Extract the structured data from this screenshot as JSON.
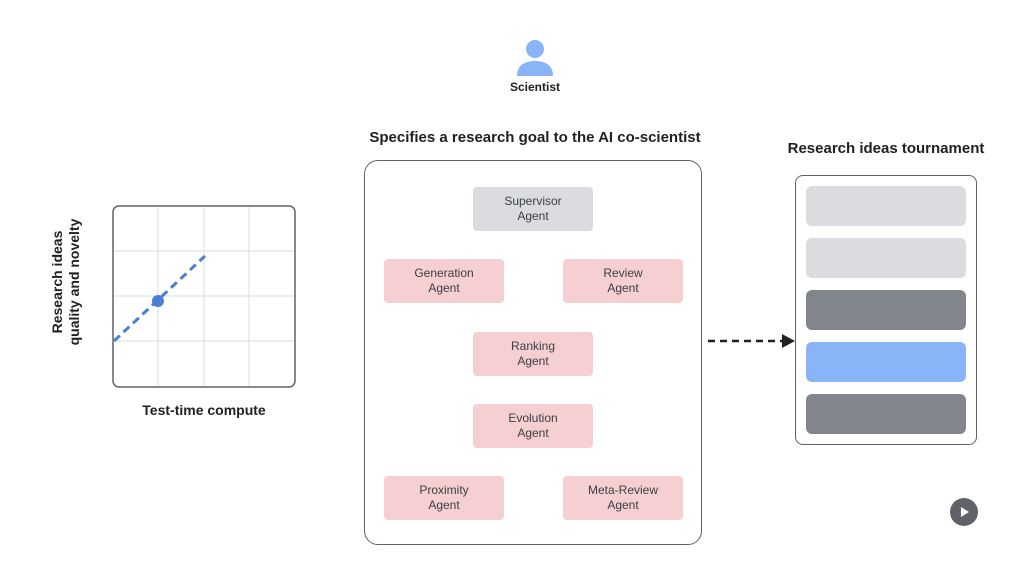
{
  "scientist": {
    "label": "Scientist",
    "icon": "person-icon"
  },
  "goal_heading": "Specifies a research goal to the AI co-scientist",
  "agents": {
    "supervisor": [
      "Supervisor",
      "Agent"
    ],
    "generation": [
      "Generation",
      "Agent"
    ],
    "review": [
      "Review",
      "Agent"
    ],
    "ranking": [
      "Ranking",
      "Agent"
    ],
    "evolution": [
      "Evolution",
      "Agent"
    ],
    "proximity": [
      "Proximity",
      "Agent"
    ],
    "meta_review": [
      "Meta-Review",
      "Agent"
    ]
  },
  "plot": {
    "ylabel_line1": "Research ideas",
    "ylabel_line2": "quality and novelty",
    "xlabel": "Test-time compute"
  },
  "tournament": {
    "heading": "Research ideas tournament",
    "slot_colors": [
      "#dadce0",
      "#dadce0",
      "#80868b",
      "#8ab4f8",
      "#80868b"
    ]
  },
  "colors": {
    "agent_pink": "#f5cfd1",
    "agent_grey": "#dadce0",
    "accent_blue": "#4a7fd4",
    "person_blue": "#8ab4f8"
  },
  "play": {
    "icon": "play-icon"
  }
}
